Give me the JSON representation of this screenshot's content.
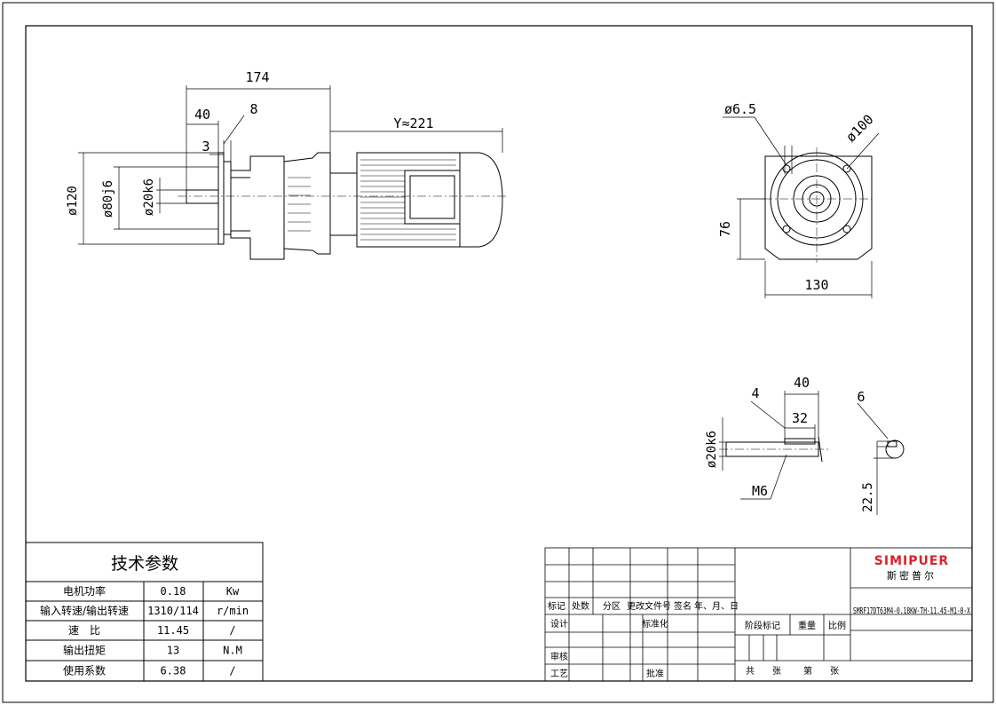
{
  "dimensions": {
    "overall_length": "174",
    "shaft_length": "40",
    "flange_thickness": "8",
    "spigot_depth": "3",
    "motor_length": "Y≈221",
    "flange_dia": "ø120",
    "spigot_dia": "ø80j6",
    "shaft_dia": "ø20k6",
    "hole_dia": "ø6.5",
    "pcd": "ø100",
    "center_height": "76",
    "housing_width": "130",
    "detail_shaft_dia": "ø20k6",
    "detail_shaft_len": "40",
    "key_len": "32",
    "key_offset": "4",
    "thread": "M6",
    "key_width": "6",
    "key_height": "22.5"
  },
  "tech_table": {
    "title": "技术参数",
    "rows": [
      {
        "label": "电机功率",
        "value": "0.18",
        "unit": "Kw"
      },
      {
        "label": "输入转速/输出转速",
        "value": "1310/114",
        "unit": "r/min"
      },
      {
        "label": "速　比",
        "value": "11.45",
        "unit": "/"
      },
      {
        "label": "输出扭矩",
        "value": "13",
        "unit": "N.M"
      },
      {
        "label": "使用系数",
        "value": "6.38",
        "unit": "/"
      }
    ]
  },
  "title_block": {
    "brand": "SIMIPUER",
    "brand_cn": "斯密普尔",
    "brand_color": "#d9222a",
    "model": "SMRF17DT63M4-0.18KW-TH-11.45-M1-0-X",
    "h_mark": "标记",
    "h_count": "处数",
    "h_zone": "分区",
    "h_doc": "更改文件号",
    "h_sign": "签名",
    "h_date": "年、月、日",
    "design": "设计",
    "standardize": "标准化",
    "review": "审核",
    "process": "工艺",
    "approve": "批准",
    "stage_mark": "阶段标记",
    "weight": "重量",
    "scale": "比例",
    "sheets_total": "共　　张",
    "sheet_no": "第　　张"
  }
}
